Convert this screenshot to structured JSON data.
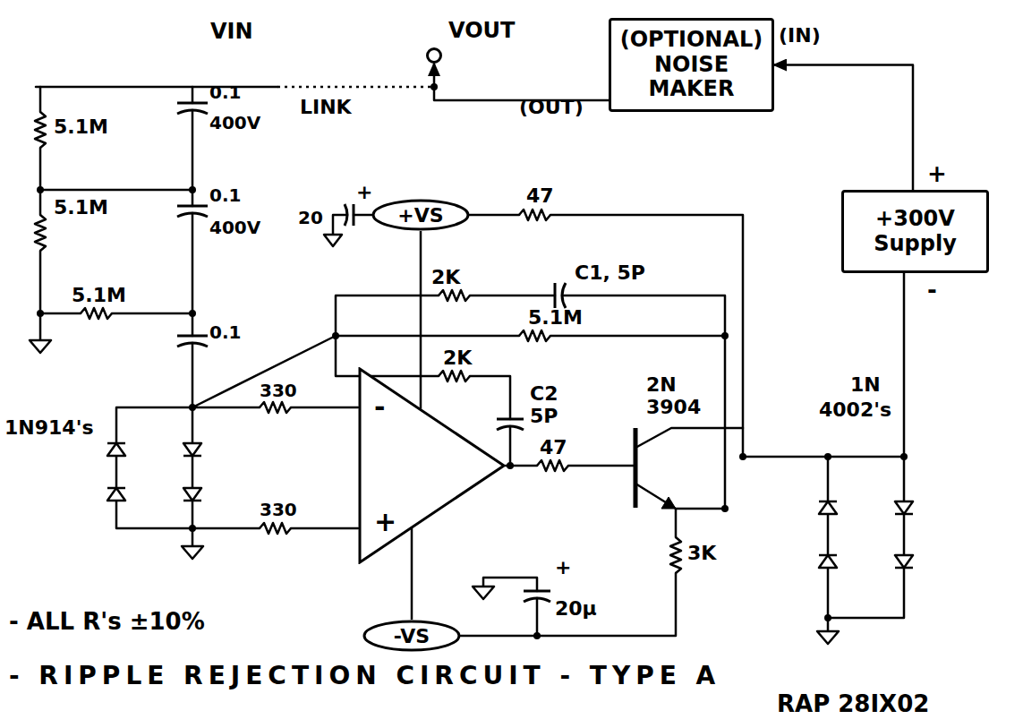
{
  "diagram": {
    "nodes": [
      {
        "text": [
          "VOUT"
        ]
      },
      {
        "text": [
          "(OPTIONAL) NOISE MAKER"
        ]
      },
      {
        "text": [
          "+300V Supply"
        ]
      },
      {
        "text": [
          "+VS"
        ]
      },
      {
        "text": [
          "-",
          "+"
        ]
      },
      {
        "text": [
          "-VS"
        ]
      }
    ],
    "edges": [
      {
        "from": 2,
        "to": 1,
        "arrow": "to"
      },
      {
        "from": 1,
        "to": 0,
        "arrow": "to"
      },
      {
        "from": 3,
        "to": 4,
        "arrow": "none"
      },
      {
        "from": 4,
        "to": 5,
        "arrow": "none"
      }
    ],
    "labels": [
      "VIN",
      "LINK",
      "(OUT)",
      "(IN)",
      "+",
      "-",
      "5.1M",
      "0.1",
      "400V",
      "5.1M",
      "0.1",
      "400V",
      "5.1M",
      "0.1",
      "1N914's",
      "330",
      "330",
      "+",
      "20",
      "47",
      "2K",
      "C1, 5P",
      "2K",
      "5.1M",
      "C2",
      "5P",
      "2N",
      "3904",
      "47",
      "3K",
      "+",
      "20µ",
      "1N",
      "4002's",
      "- ALL R's ±10%",
      "- RIPPLE REJECTION CIRCUIT - TYPE A",
      "RAP 28IX02"
    ]
  }
}
